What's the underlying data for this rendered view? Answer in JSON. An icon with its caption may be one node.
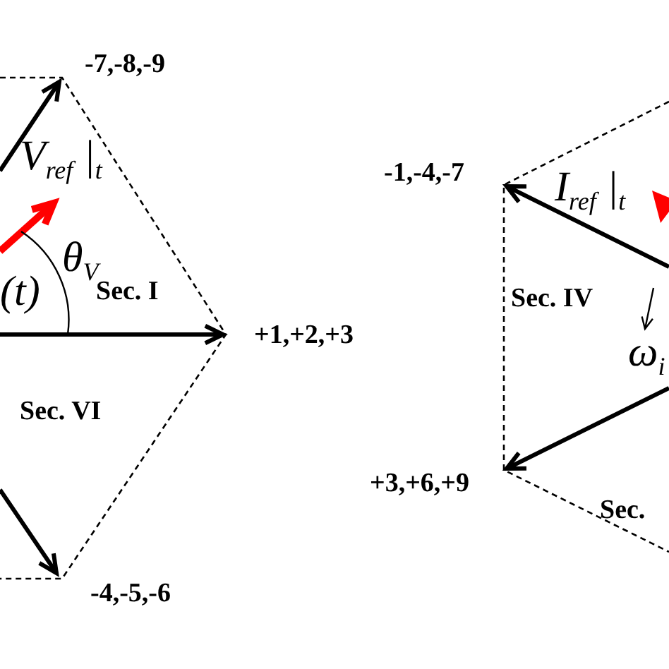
{
  "diagram": {
    "labels": [
      "-7,-8,-9",
      "V$_{ref}$ |$_{t}$",
      "θ$_{V}$",
      "(t)",
      "Sec. I",
      "+1,+2,+3",
      "Sec. VI",
      "-4,-5,-6",
      "-1,-4,-7",
      "I$_{ref}$ |$_{t}$",
      "Sec. IV",
      "ω$_{i}$",
      "+3,+6,+9",
      "Sec."
    ]
  }
}
